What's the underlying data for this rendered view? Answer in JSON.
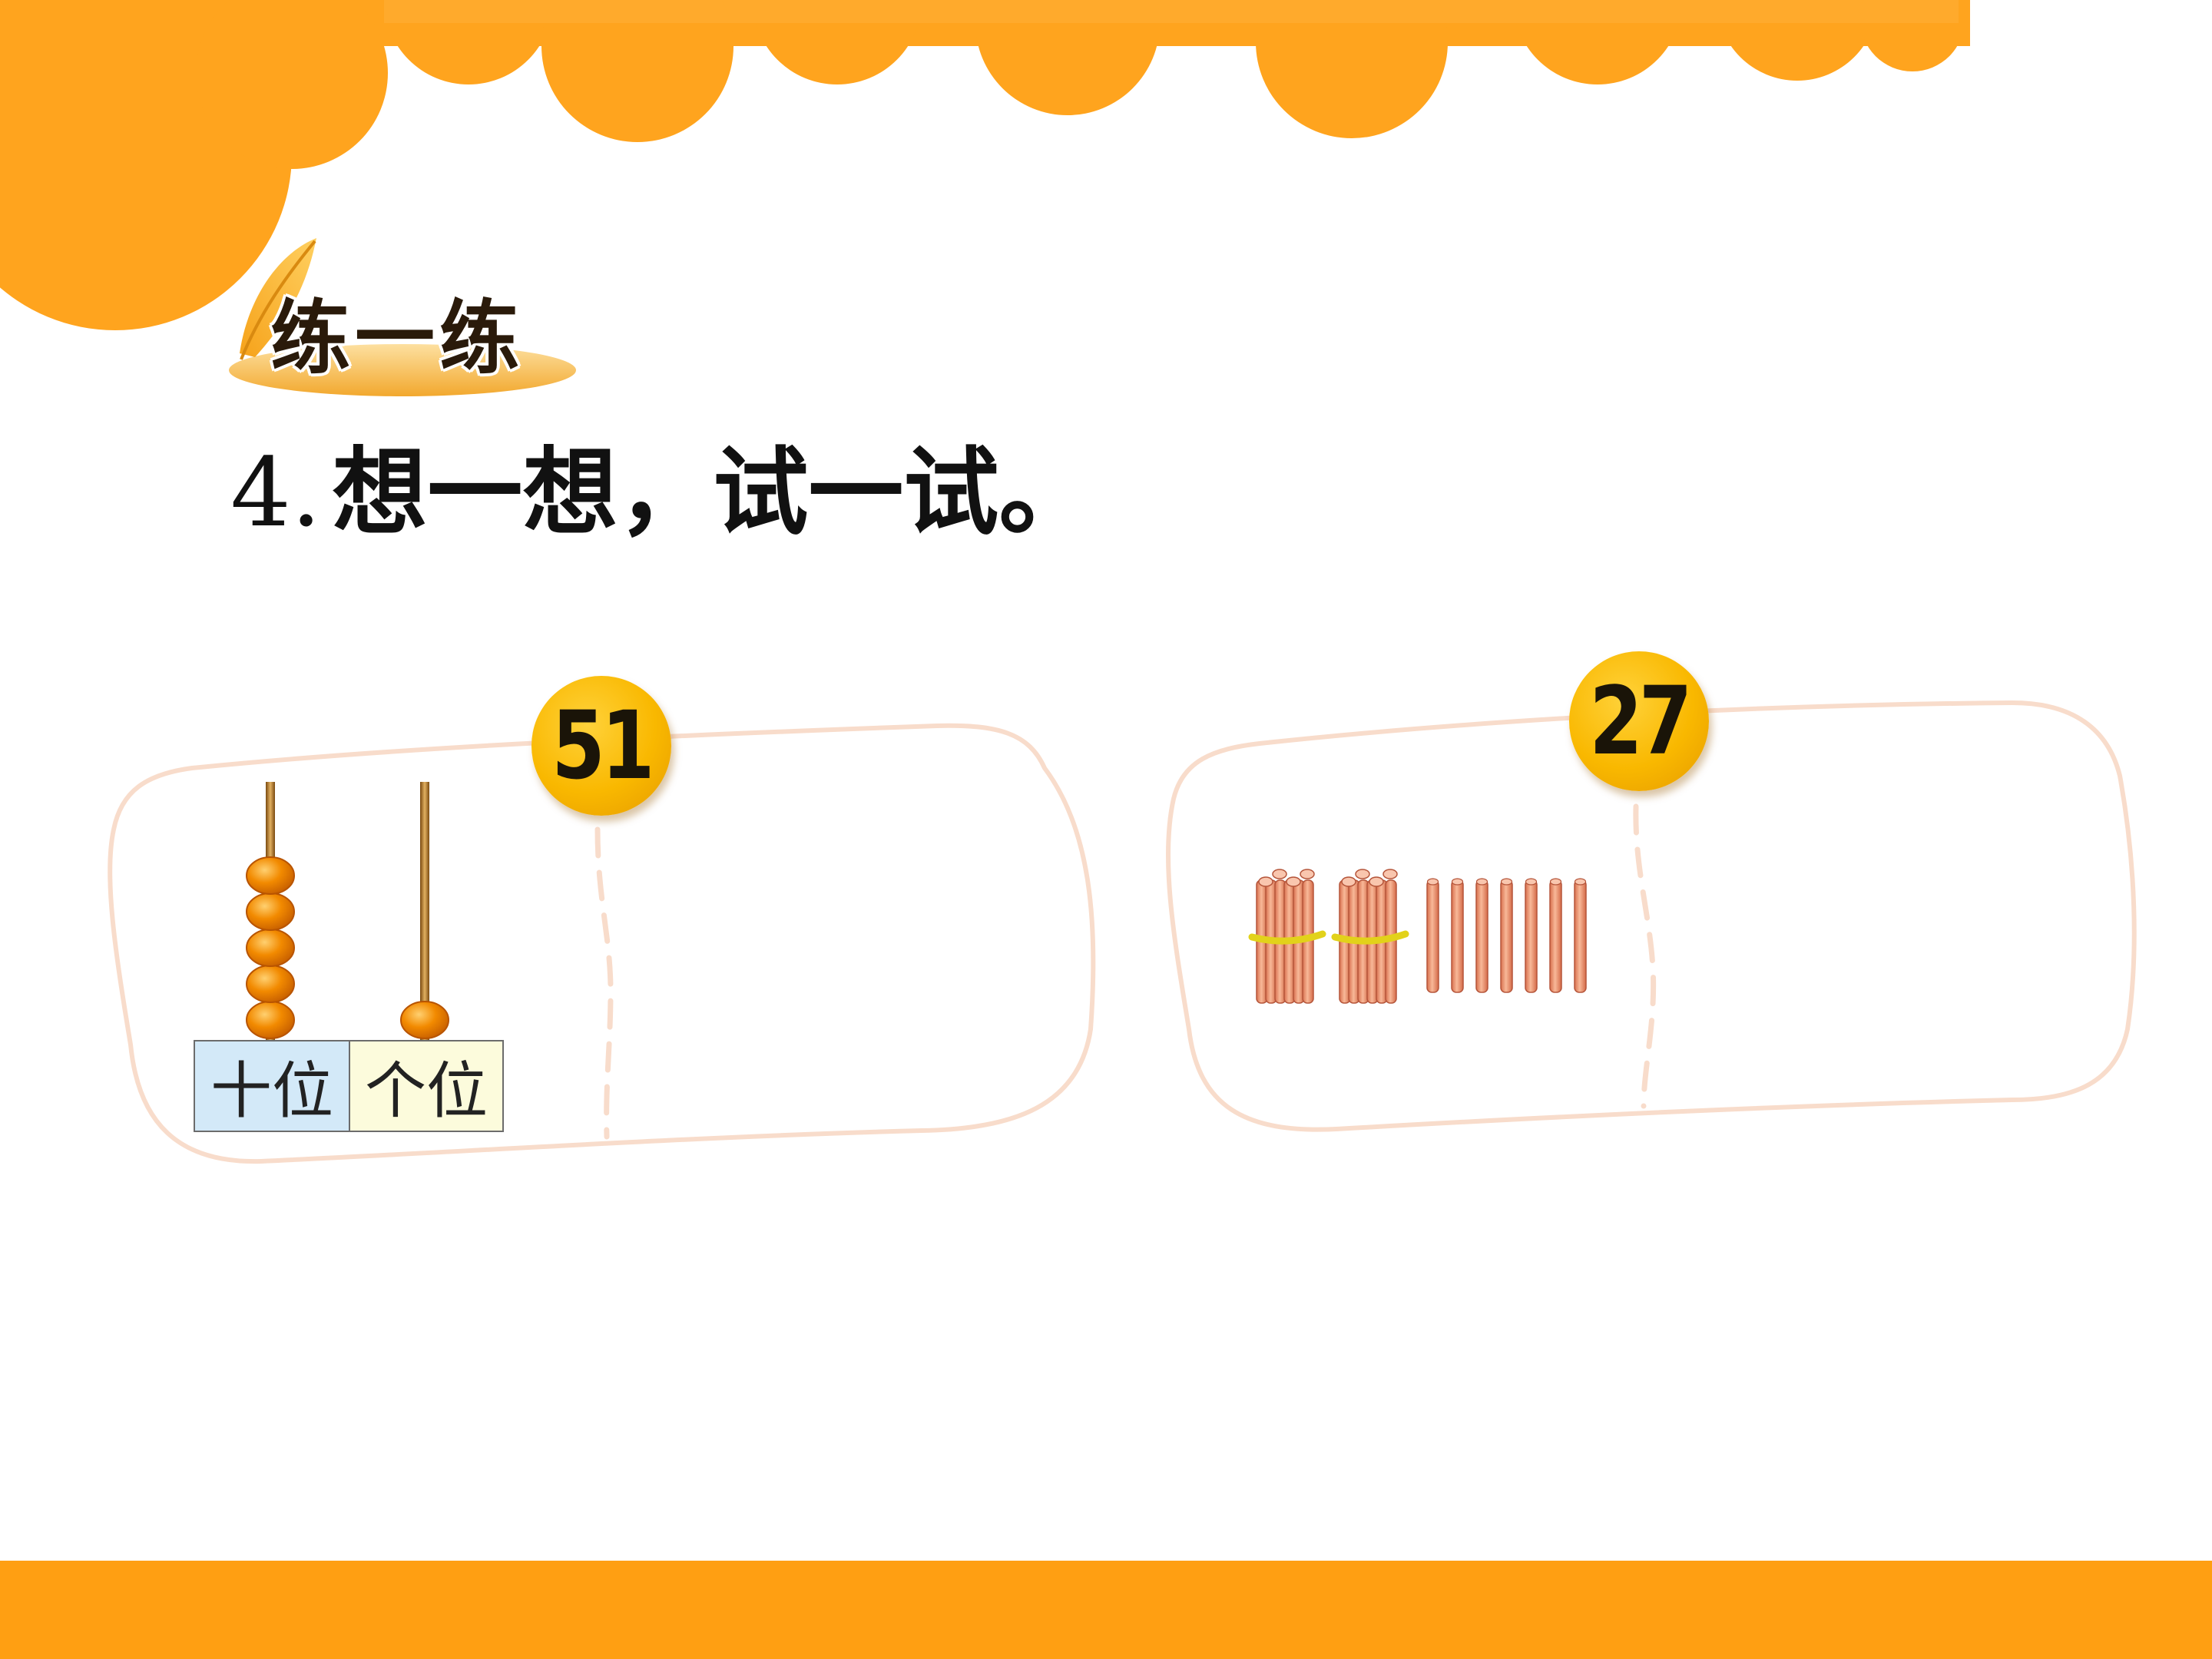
{
  "header": {
    "badge_title": "练一练"
  },
  "exercise": {
    "number": "4.",
    "instruction": "想一想，试一试。"
  },
  "colors": {
    "orange": "#FF9F12",
    "badge_yellow": "#F9B800",
    "bead_orange": "#F08A00",
    "stick": "#F0A080",
    "band": "#E2D21A",
    "frame_line": "#F8DCCB"
  },
  "panels": [
    {
      "number_badge": "51",
      "abacus": {
        "tens_beads": 5,
        "ones_beads": 1
      },
      "place_labels": {
        "tens": "十位",
        "ones": "个位"
      }
    },
    {
      "number_badge": "27",
      "sticks": {
        "bundles": 2,
        "singles": 7
      }
    }
  ]
}
